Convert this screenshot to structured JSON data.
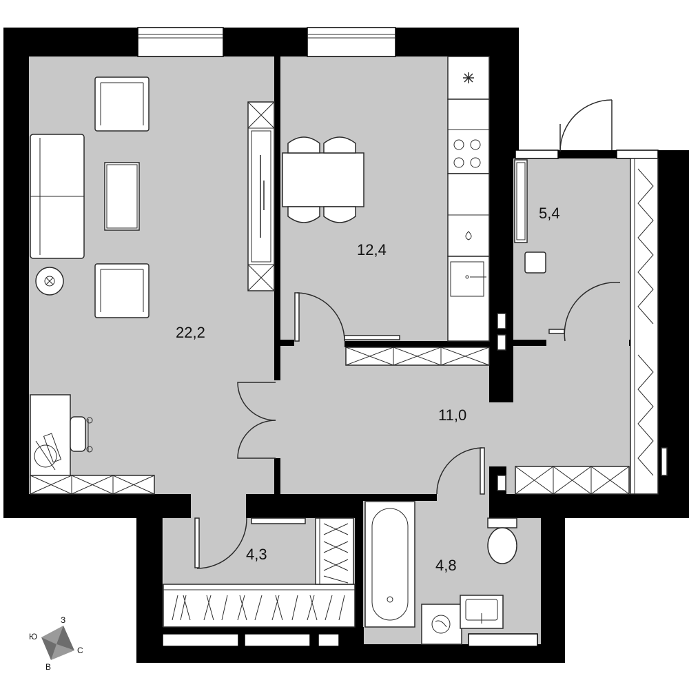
{
  "rooms": [
    {
      "id": "living",
      "area": "22,2"
    },
    {
      "id": "kitchen",
      "area": "12,4"
    },
    {
      "id": "storage",
      "area": "5,4"
    },
    {
      "id": "hall",
      "area": "11,0"
    },
    {
      "id": "entry",
      "area": "4,3"
    },
    {
      "id": "bathroom",
      "area": "4,8"
    }
  ],
  "compass": {
    "north": "З",
    "south": "В",
    "east": "С",
    "west": "Ю"
  },
  "colors": {
    "wall": "#000000",
    "floor": "#c8c8c8",
    "furniture": "#ffffff",
    "stroke": "#2b2b2b"
  },
  "icons": [
    "armchair-icon",
    "sofa-icon",
    "coffee-table-icon",
    "floor-lamp-icon",
    "desk-icon",
    "office-chair-icon",
    "wardrobe-icon",
    "dining-table-icon",
    "chair-icon",
    "stove-icon",
    "sink-icon",
    "fridge-icon",
    "bathtub-icon",
    "toilet-icon",
    "washing-machine-icon",
    "door-icon",
    "window-icon",
    "compass-icon"
  ]
}
